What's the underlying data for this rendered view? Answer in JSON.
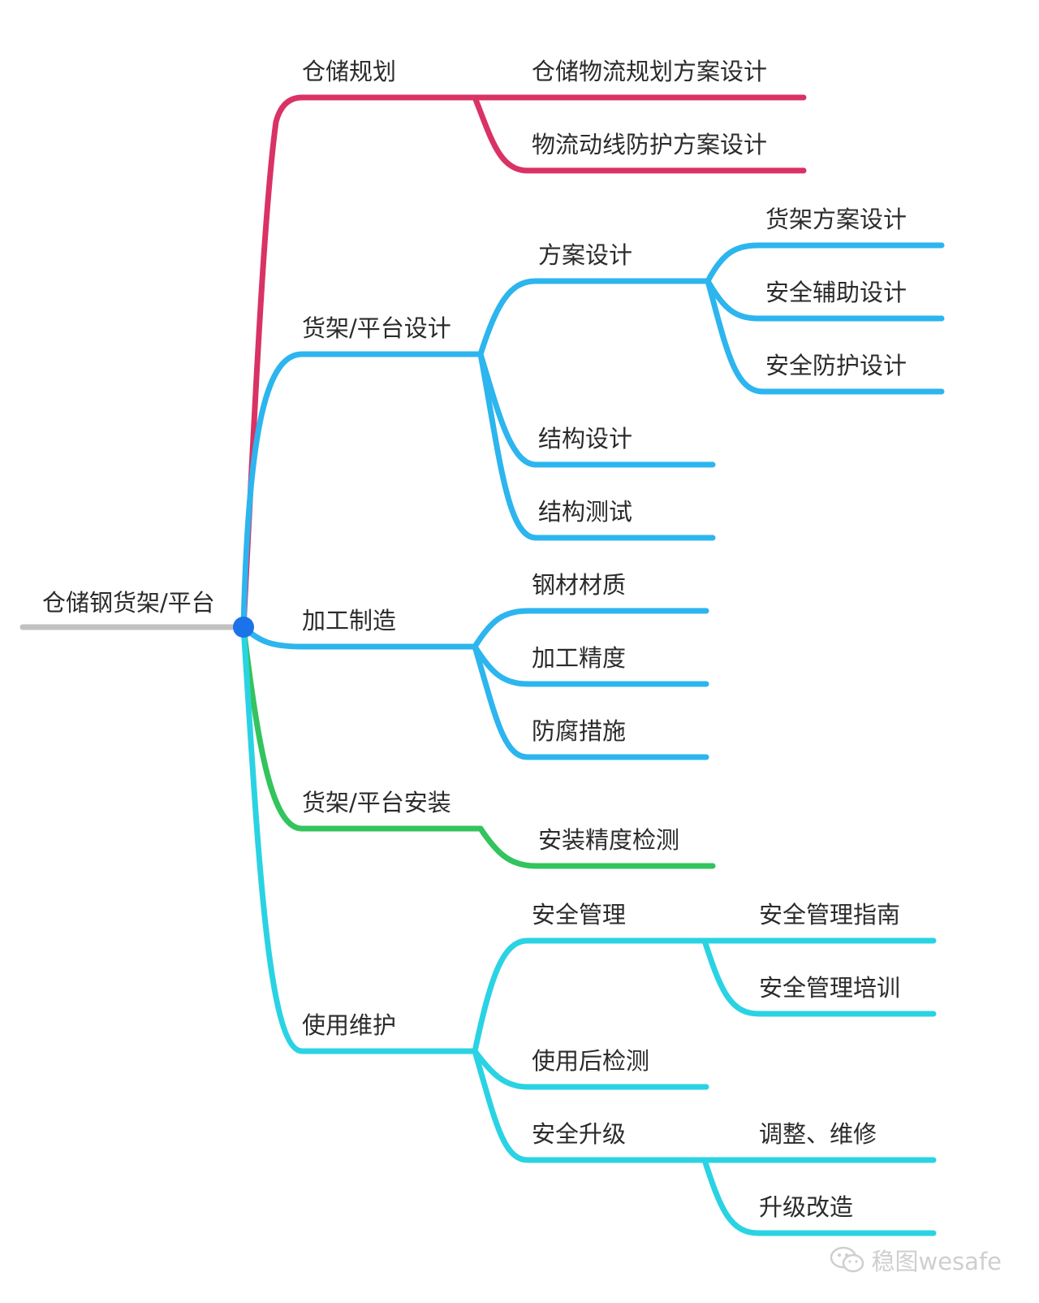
{
  "root": {
    "label": "仓储钢货架/平台",
    "color": "#c1c1c1",
    "hub_color": "#1a73e8"
  },
  "branches": [
    {
      "key": "planning",
      "label": "仓储规划",
      "color": "#d93265",
      "children": [
        {
          "label": "仓储物流规划方案设计"
        },
        {
          "label": "物流动线防护方案设计"
        }
      ]
    },
    {
      "key": "design",
      "label": "货架/平台设计",
      "color": "#2cb5ee",
      "children": [
        {
          "label": "方案设计",
          "children": [
            {
              "label": "货架方案设计"
            },
            {
              "label": "安全辅助设计"
            },
            {
              "label": "安全防护设计"
            }
          ]
        },
        {
          "label": "结构设计"
        },
        {
          "label": "结构测试"
        }
      ]
    },
    {
      "key": "manufacturing",
      "label": "加工制造",
      "color": "#2cb5ee",
      "children": [
        {
          "label": "钢材材质"
        },
        {
          "label": "加工精度"
        },
        {
          "label": "防腐措施"
        }
      ]
    },
    {
      "key": "installation",
      "label": "货架/平台安装",
      "color": "#33c45d",
      "children": [
        {
          "label": "安装精度检测"
        }
      ]
    },
    {
      "key": "maintenance",
      "label": "使用维护",
      "color": "#2ad3e3",
      "children": [
        {
          "label": "安全管理",
          "children": [
            {
              "label": "安全管理指南"
            },
            {
              "label": "安全管理培训"
            }
          ]
        },
        {
          "label": "使用后检测"
        },
        {
          "label": "安全升级",
          "children": [
            {
              "label": "调整、维修"
            },
            {
              "label": "升级改造"
            }
          ]
        }
      ]
    }
  ],
  "watermark": {
    "text": "稳图wesafe",
    "color": "#cfcfcf"
  }
}
